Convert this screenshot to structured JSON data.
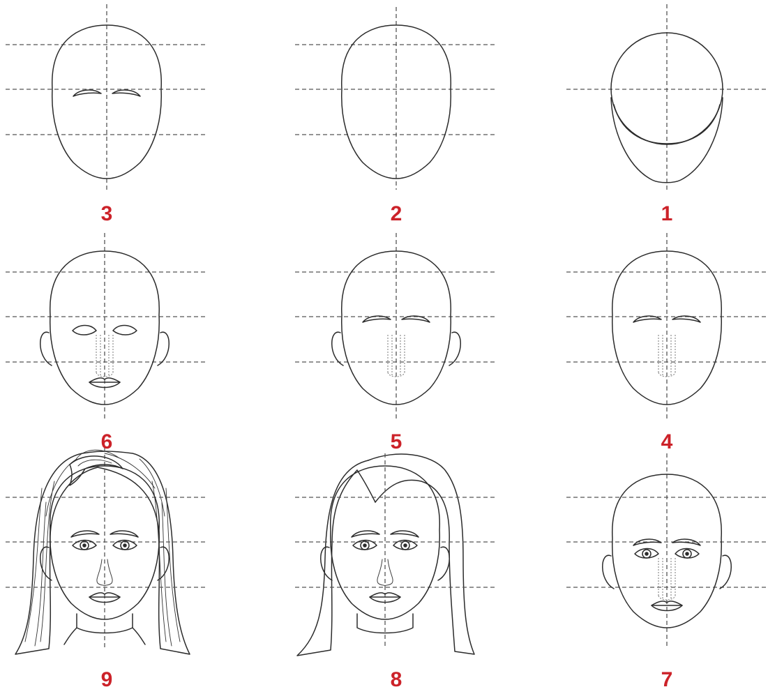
{
  "steps": [
    {
      "label": "3"
    },
    {
      "label": "2"
    },
    {
      "label": "1"
    },
    {
      "label": "6"
    },
    {
      "label": "5"
    },
    {
      "label": "4"
    },
    {
      "label": "9"
    },
    {
      "label": "8"
    },
    {
      "label": "7"
    }
  ],
  "colors": {
    "number": "#cc2229",
    "line": "#2b2b2b",
    "guide": "#555555"
  }
}
